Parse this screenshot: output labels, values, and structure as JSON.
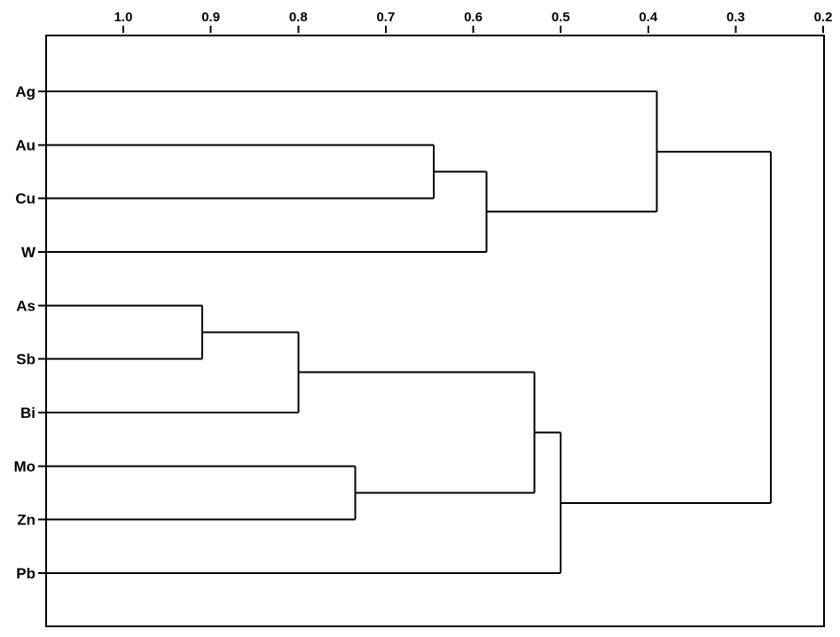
{
  "figure": {
    "background_color": "#ffffff",
    "line_color": "#000000",
    "text_color": "#000000"
  },
  "chart_data": {
    "type": "dendrogram",
    "orientation": "horizontal",
    "leaf_side": "left",
    "axis": {
      "position": "top",
      "range": [
        1.0,
        0.2
      ],
      "ticks": [
        1.0,
        0.9,
        0.8,
        0.7,
        0.6,
        0.5,
        0.4,
        0.3,
        0.2
      ],
      "tick_labels": [
        "1.0",
        "0.9",
        "0.8",
        "0.7",
        "0.6",
        "0.5",
        "0.4",
        "0.3",
        "0.2"
      ],
      "direction": "decreasing-rightward",
      "grid": false
    },
    "leaves": [
      "Ag",
      "Au",
      "Cu",
      "W",
      "As",
      "Sb",
      "Bi",
      "Mo",
      "Zn",
      "Pb"
    ],
    "merges": [
      {
        "id": "AuCu",
        "a": "Au",
        "b": "Cu",
        "height": 0.645
      },
      {
        "id": "AuCuW",
        "a": "AuCu",
        "b": "W",
        "height": 0.585
      },
      {
        "id": "AsSb",
        "a": "As",
        "b": "Sb",
        "height": 0.91
      },
      {
        "id": "AsSbBi",
        "a": "AsSb",
        "b": "Bi",
        "height": 0.8
      },
      {
        "id": "MoZn",
        "a": "Mo",
        "b": "Zn",
        "height": 0.735
      },
      {
        "id": "AgAuCuW",
        "a": "Ag",
        "b": "AuCuW",
        "height": 0.39
      },
      {
        "id": "AsSbBiMoZn",
        "a": "AsSbBi",
        "b": "MoZn",
        "height": 0.53
      },
      {
        "id": "LowerGroup",
        "a": "AsSbBiMoZn",
        "b": "Pb",
        "height": 0.5
      },
      {
        "id": "Root",
        "a": "AgAuCuW",
        "b": "LowerGroup",
        "height": 0.26
      }
    ]
  }
}
